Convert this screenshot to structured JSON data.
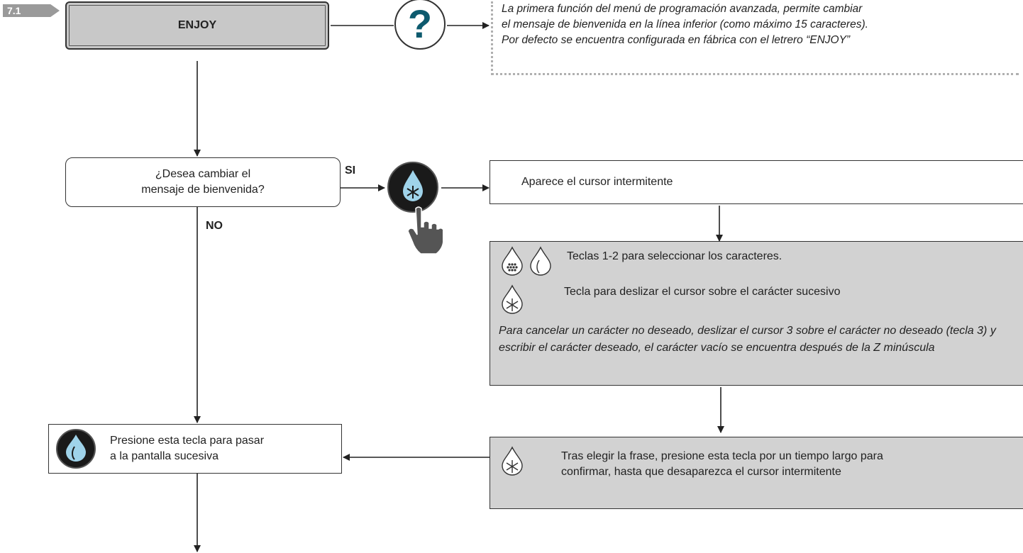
{
  "step": "7.1",
  "title": "ENJOY",
  "help": {
    "symbol": "?",
    "color": "#0d5a6e",
    "lines": [
      "La primera función del menú de programación avanzada, permite cambiar",
      "el mensaje de bienvenida en la línea inferior (como máximo 15 caracteres).",
      "Por defecto se encuentra configurada en fábrica con el letrero “ENJOY”"
    ]
  },
  "decision": {
    "line1": "¿Desea cambiar el",
    "line2": "mensaje de bienvenida?",
    "yes": "SI",
    "no": "NO"
  },
  "cursor_box": {
    "text": "Aparece el cursor intermitente"
  },
  "keys_box": {
    "keys12": "Teclas 1-2 para seleccionar los caracteres.",
    "key3": "Tecla para deslizar el cursor sobre el carácter sucesivo",
    "note": "Para cancelar un carácter no deseado, deslizar el cursor 3 sobre el carácter no deseado (tecla 3) y escribir el carácter deseado, el carácter vacío se encuentra después de la Z minúscula"
  },
  "confirm_box": {
    "line1": "Tras elegir la frase, presione esta tecla por un tiempo largo para",
    "line2": "confirmar, hasta que desaparezca el cursor intermitente"
  },
  "next_box": {
    "line1": "Presione esta tecla para pasar",
    "line2": "a la pantalla sucesiva"
  },
  "colors": {
    "gray_box": "#d2d2d2",
    "title_box": "#c8c8c8",
    "key_tint": "#9fd3ea"
  },
  "icons": [
    "question-mark-icon",
    "snowflake-key-icon",
    "pointing-hand-icon",
    "dotted-drop-icon",
    "water-drop-icon",
    "snowflake-drop-icon",
    "water-drop-key-icon"
  ]
}
